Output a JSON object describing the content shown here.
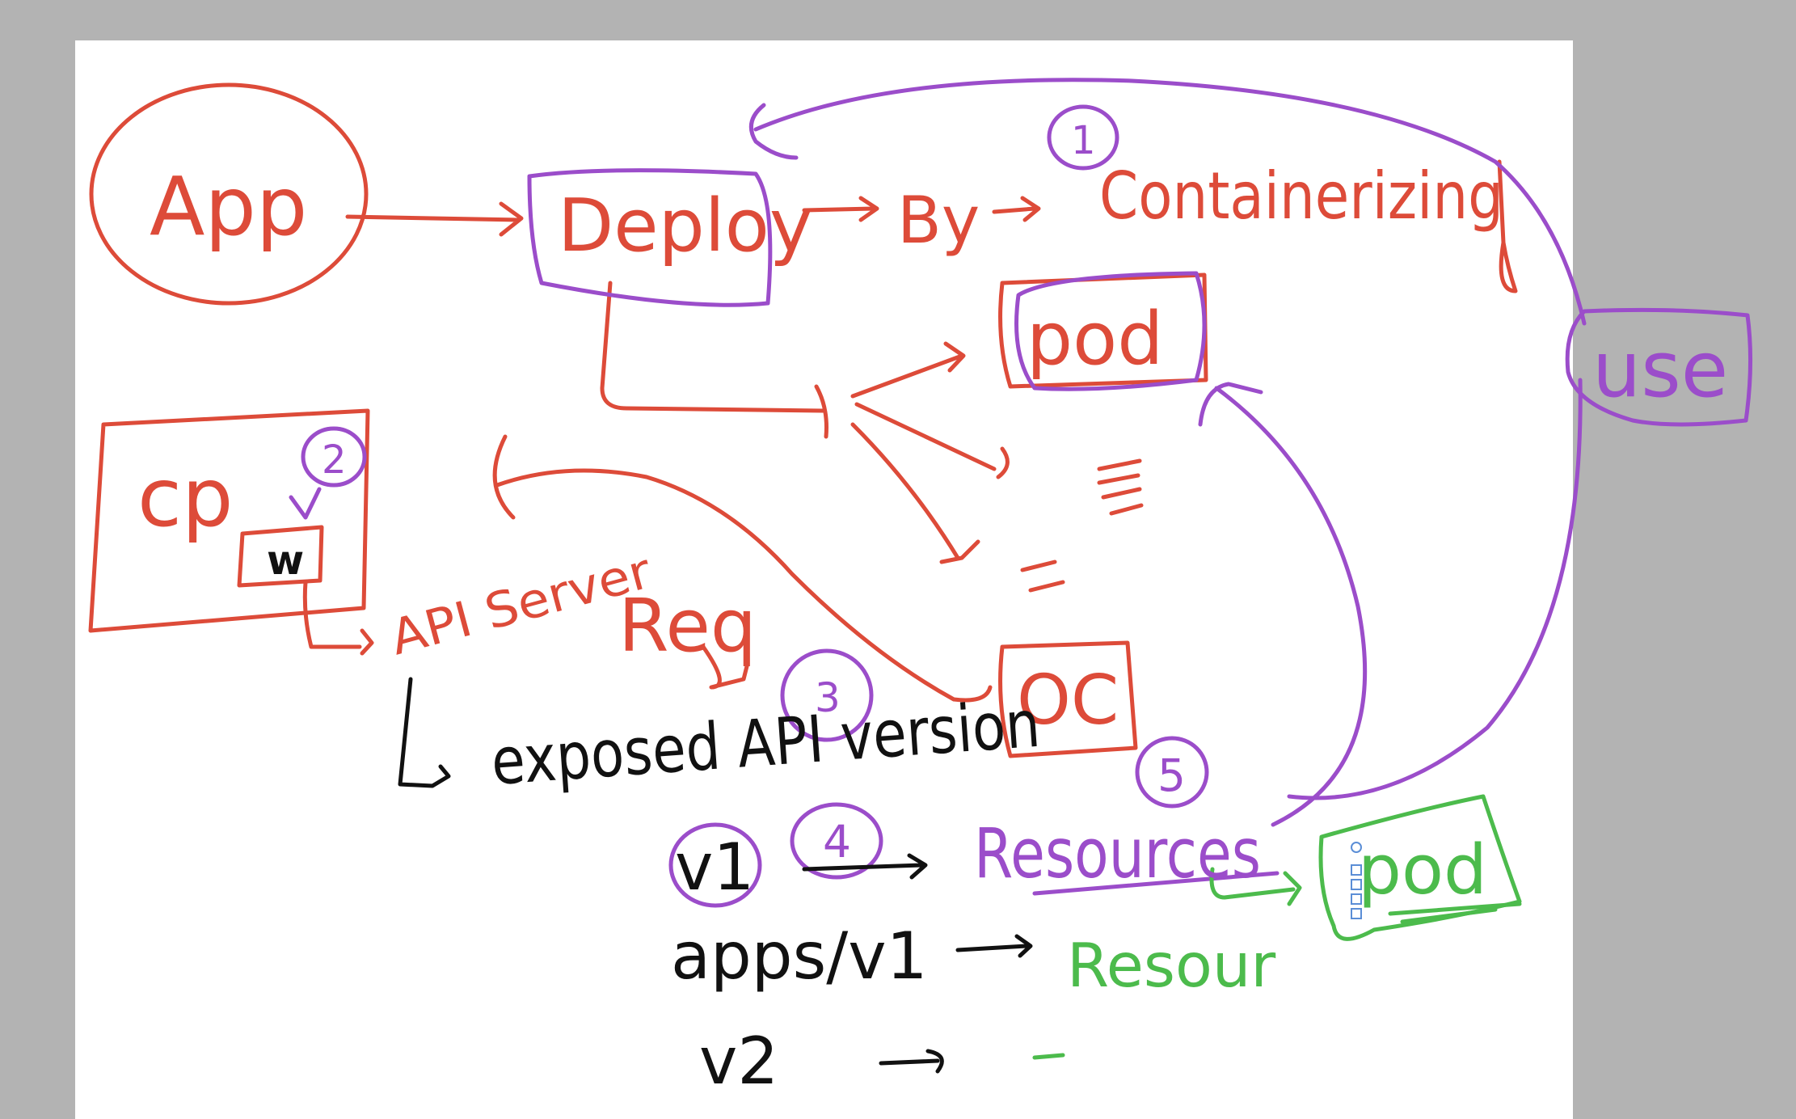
{
  "colors": {
    "red": "#dd4b39",
    "purple": "#9b4dca",
    "green": "#4cbb4c",
    "black": "#111111",
    "background": "#b3b3b3",
    "page": "#ffffff"
  },
  "labels": {
    "app": "App",
    "deploy": "Deploy",
    "by": "By",
    "containerizing": "Containerizing",
    "pod_top": "pod",
    "use": "use",
    "cp": "cp",
    "cp_inner": "w",
    "api_server": "API Server",
    "req": "Req",
    "oc": "OC",
    "exposed": "exposed API version",
    "v1": "v1",
    "resources": "Resources",
    "pod_green": "pod",
    "apps_v1": "apps/v1",
    "resour": "Resour",
    "v2": "v2"
  },
  "steps": {
    "s1": "1",
    "s2": "2",
    "s3": "3",
    "s4": "4",
    "s5": "5"
  }
}
